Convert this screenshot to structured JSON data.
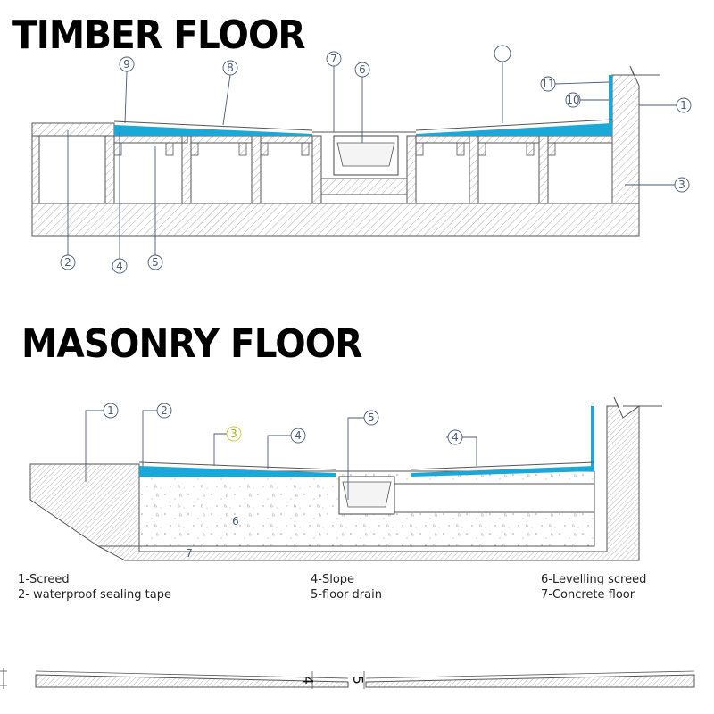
{
  "headings": {
    "timber": "TIMBER FLOOR",
    "masonry": "MASONRY FLOOR"
  },
  "timber_callouts": {
    "c1": "1",
    "c2": "2",
    "c3": "3",
    "c4": "4",
    "c5": "5",
    "c6": "6",
    "c7": "7",
    "c8": "8",
    "c9": "9",
    "c10": "10",
    "c11": "11"
  },
  "masonry_callouts": {
    "c1": "1",
    "c2": "2",
    "c3": "3",
    "c4a": "4",
    "c4b": "4",
    "c5": "5",
    "c6": "6",
    "c7": "7"
  },
  "legend": {
    "item1": "1-Screed",
    "item2": "2- waterproof sealing tape",
    "item4": "4-Slope",
    "item5": "5-floor drain",
    "item6": "6-Levelling screed",
    "item7": "7-Concrete floor"
  },
  "profile_labels": {
    "l4": "4",
    "l5": "5"
  },
  "colors": {
    "waterproof_layer": "#1aa8d8",
    "callout": "#4a5a78",
    "callout_highlight": "#c8c840",
    "hatch": "#777777",
    "outline": "#333333"
  }
}
